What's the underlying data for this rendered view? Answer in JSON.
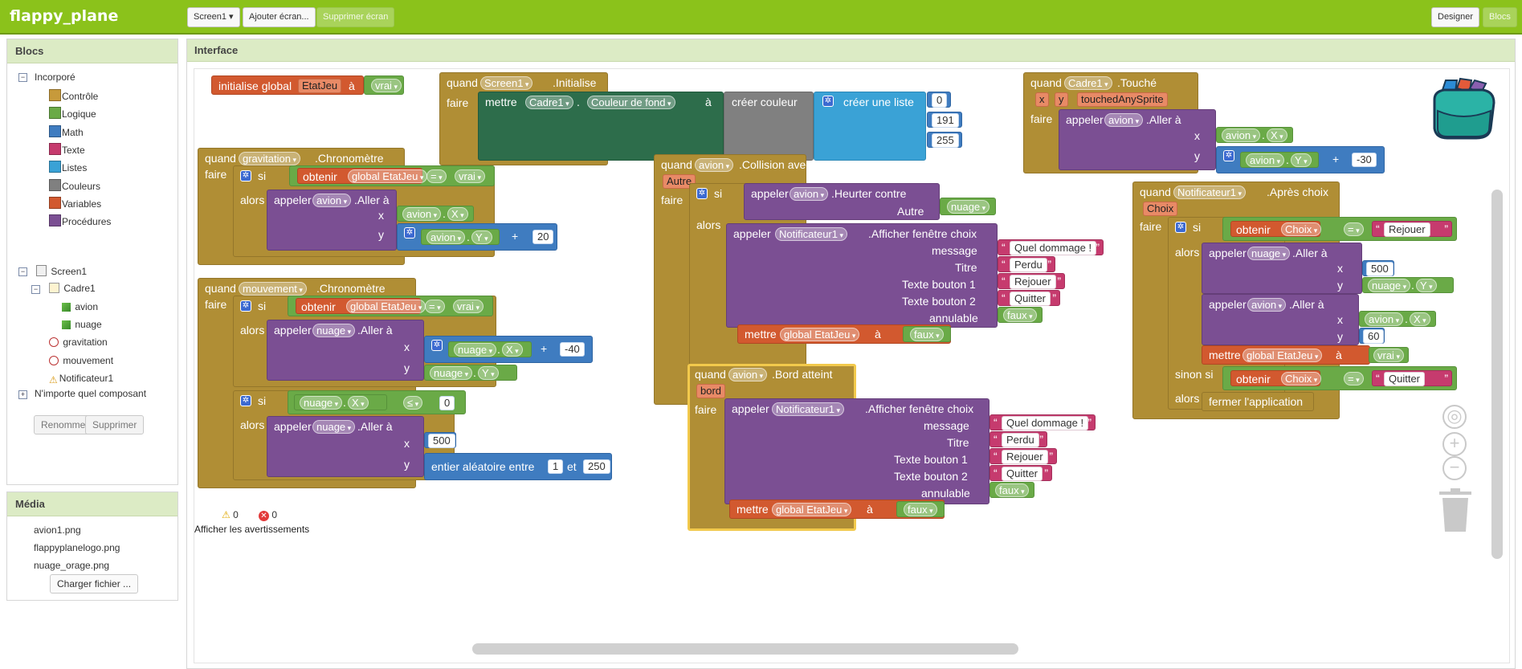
{
  "app": {
    "title": "flappy_plane"
  },
  "toolbar": {
    "screen_select": "Screen1 ▾",
    "add_screen": "Ajouter écran...",
    "remove_screen": "Supprimer écran",
    "designer": "Designer",
    "blocks": "Blocs"
  },
  "blocks_panel": {
    "title": "Blocs",
    "builtin": "Incorporé",
    "categories": [
      {
        "label": "Contrôle",
        "color": "#c79a3b"
      },
      {
        "label": "Logique",
        "color": "#6aaa47"
      },
      {
        "label": "Math",
        "color": "#3f7cc0"
      },
      {
        "label": "Texte",
        "color": "#c63b6e"
      },
      {
        "label": "Listes",
        "color": "#3aa2d6"
      },
      {
        "label": "Couleurs",
        "color": "#808080"
      },
      {
        "label": "Variables",
        "color": "#d2592f"
      },
      {
        "label": "Procédures",
        "color": "#7b4f93"
      }
    ],
    "tree": {
      "screen": "Screen1",
      "frame": "Cadre1",
      "sprite1": "avion",
      "sprite2": "nuage",
      "clock1": "gravitation",
      "clock2": "mouvement",
      "notifier": "Notificateur1",
      "any": "N'importe quel composant"
    },
    "rename": "Renommer",
    "delete": "Supprimer"
  },
  "media_panel": {
    "title": "Média",
    "files": [
      "avion1.png",
      "flappyplanelogo.png",
      "nuage_orage.png"
    ],
    "upload": "Charger fichier ..."
  },
  "workspace": {
    "title": "Interface",
    "warnings_count": "0",
    "errors_count": "0",
    "show_warnings": "Afficher les avertissements",
    "w": {
      "init_global": "initialise global",
      "var_name": "EtatJeu",
      "a": "à",
      "vrai": "vrai",
      "quand": "quand",
      "faire": "faire",
      "si": "si",
      "alors": "alors",
      "sinon_si": "sinon si",
      "screen1": "Screen1",
      "initialise": ".Initialise",
      "mettre": "mettre",
      "cadre1": "Cadre1",
      "couleur_fond": "Couleur de fond",
      "creer_couleur": "créer couleur",
      "creer_liste": "créer une liste",
      "n0": "0",
      "n191": "191",
      "n255": "255",
      "gravitation": "gravitation",
      "chronometre": ".Chronomètre",
      "obtenir": "obtenir",
      "global_etat": "global EtatJeu",
      "eq": "=",
      "appeler": "appeler",
      "avion": "avion",
      "aller_a": ".Aller à",
      "x": "x",
      "y": "y",
      "X": "X",
      "Y": "Y",
      "plus": "+",
      "n20": "20",
      "mouvement": "mouvement",
      "nuage": "nuage",
      "nm40": "-40",
      "le": "≤",
      "n500": "500",
      "entier_alea": "entier aléatoire entre",
      "n1": "1",
      "et": "et",
      "n250": "250",
      "collision": ".Collision avec",
      "autre": "Autre",
      "heurter": ".Heurter contre",
      "notif": "Notificateur1",
      "afficher": ".Afficher fenêtre choix",
      "message": "message",
      "titre": "Titre",
      "tb1": "Texte bouton 1",
      "tb2": "Texte bouton 2",
      "annulable": "annulable",
      "quel_dommage": "Quel dommage !",
      "perdu": "Perdu",
      "rejouer": "Rejouer",
      "quitter": "Quitter",
      "faux": "faux",
      "bord_atteint": ".Bord atteint",
      "bord": "bord",
      "touche": ".Touché",
      "touched_any": "touchedAnySprite",
      "nm30": "-30",
      "apres_choix": ".Après choix",
      "choix": "Choix",
      "n60": "60",
      "fermer": "fermer l'application",
      "gq": "“",
      "dq": "”"
    }
  }
}
